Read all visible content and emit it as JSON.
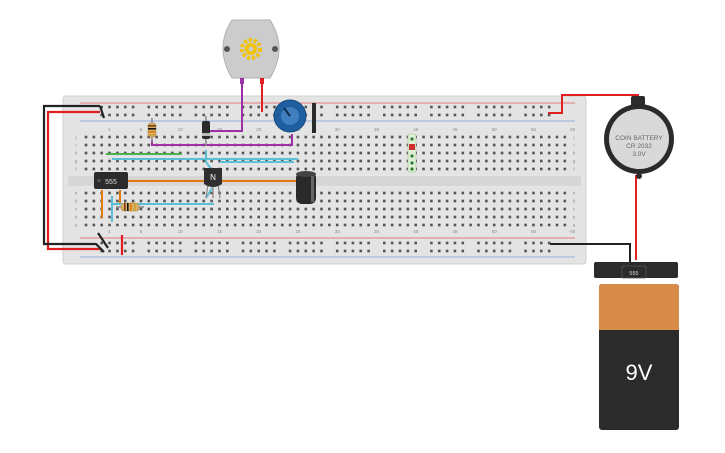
{
  "breadboard": {
    "column_numbers": [
      "1",
      "5",
      "10",
      "15",
      "20",
      "25",
      "30",
      "35",
      "40",
      "45",
      "50",
      "55",
      "60"
    ],
    "row_letters_top": [
      "j",
      "i",
      "h",
      "g",
      "f"
    ],
    "row_letters_bottom": [
      "e",
      "d",
      "c",
      "b",
      "a"
    ]
  },
  "chips": {
    "timer_label": "555",
    "battery_clip_label": "555"
  },
  "transistor": {
    "label": "N"
  },
  "coin_battery": {
    "line1": "COIN BATTERY",
    "line2": "CR 2032",
    "line3": "3.0V"
  },
  "battery_9v": {
    "label": "9V"
  },
  "colors": {
    "board": "#e6e6e6",
    "wire_red": "#e02020",
    "wire_black": "#222222",
    "wire_purple": "#9b30a8",
    "wire_green": "#4caf50",
    "wire_cyan": "#5bc0d6",
    "wire_orange": "#e07a10",
    "battery_orange": "#d88c4a",
    "battery_black": "#2b2b2b",
    "potentiometer": "#1f5f9f"
  }
}
